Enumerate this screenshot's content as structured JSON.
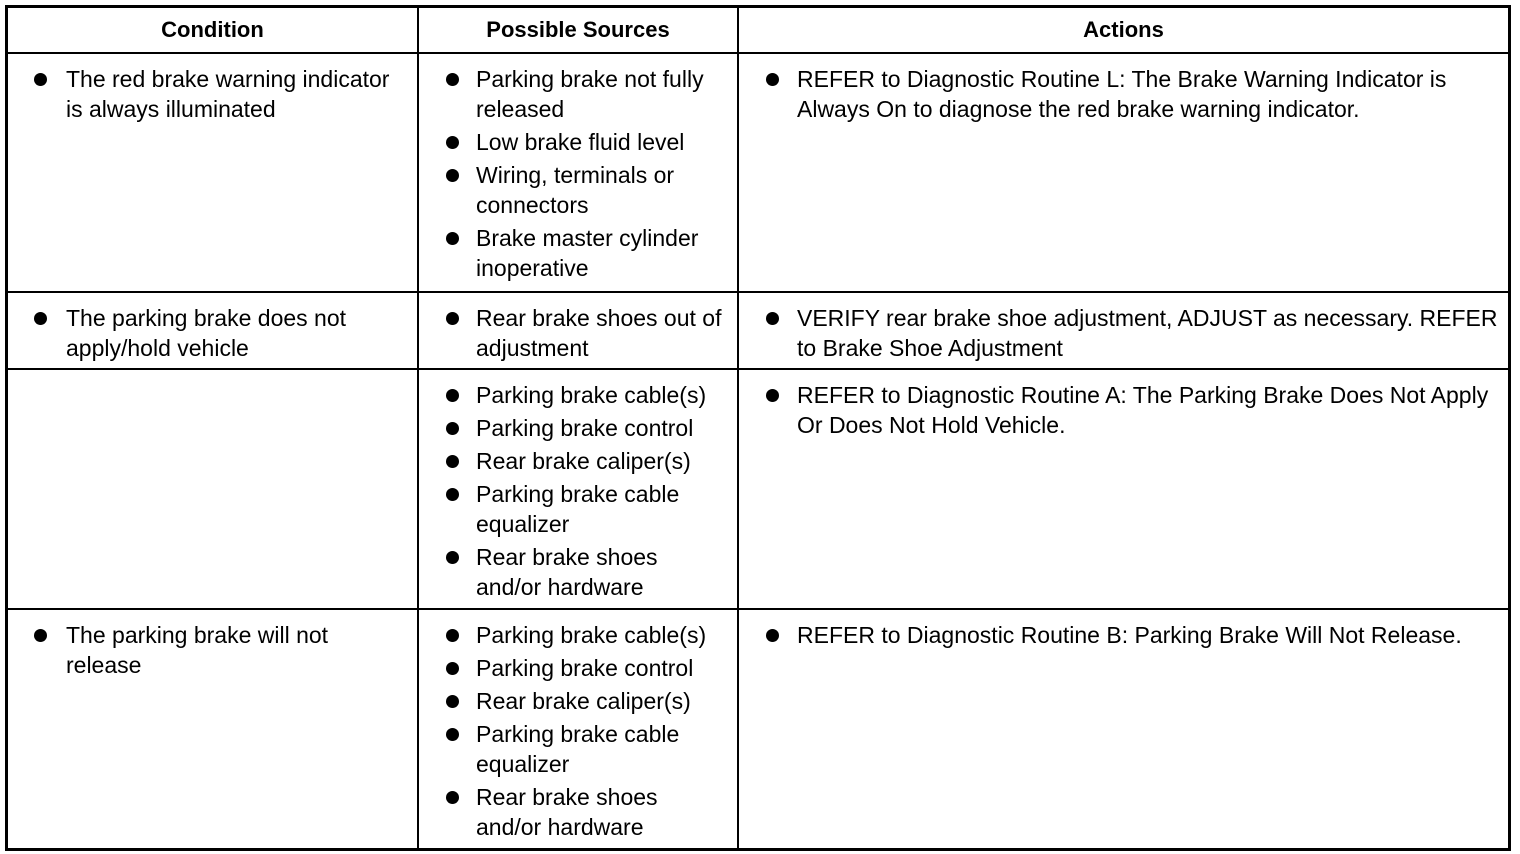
{
  "table": {
    "headers": [
      "Condition",
      "Possible Sources",
      "Actions"
    ],
    "rows": [
      {
        "condition": [
          "The red brake warning indicator is always illuminated"
        ],
        "sources": [
          "Parking brake not fully released",
          "Low brake fluid level",
          "Wiring, terminals or connectors",
          "Brake master cylinder inoperative"
        ],
        "actions": [
          "REFER to Diagnostic Routine L: The Brake Warning Indicator is Always On to diagnose the red brake warning indicator."
        ]
      },
      {
        "condition": [
          "The parking brake does not apply/hold vehicle"
        ],
        "sources": [
          "Rear brake shoes out of adjustment"
        ],
        "actions": [
          "VERIFY rear brake shoe adjustment, ADJUST as necessary. REFER to Brake Shoe Adjustment"
        ]
      },
      {
        "condition": [],
        "sources": [
          "Parking brake cable(s)",
          "Parking brake control",
          "Rear brake caliper(s)",
          "Parking brake cable equalizer",
          "Rear brake shoes and/or hardware"
        ],
        "actions": [
          "REFER to Diagnostic Routine A: The Parking Brake Does Not Apply Or Does Not Hold Vehicle."
        ]
      },
      {
        "condition": [
          "The parking brake will not release"
        ],
        "sources": [
          "Parking brake cable(s)",
          "Parking brake control",
          "Rear brake caliper(s)",
          "Parking brake cable equalizer",
          "Rear brake shoes and/or hardware"
        ],
        "actions": [
          "REFER to Diagnostic Routine B: Parking Brake Will Not Release."
        ]
      }
    ]
  }
}
